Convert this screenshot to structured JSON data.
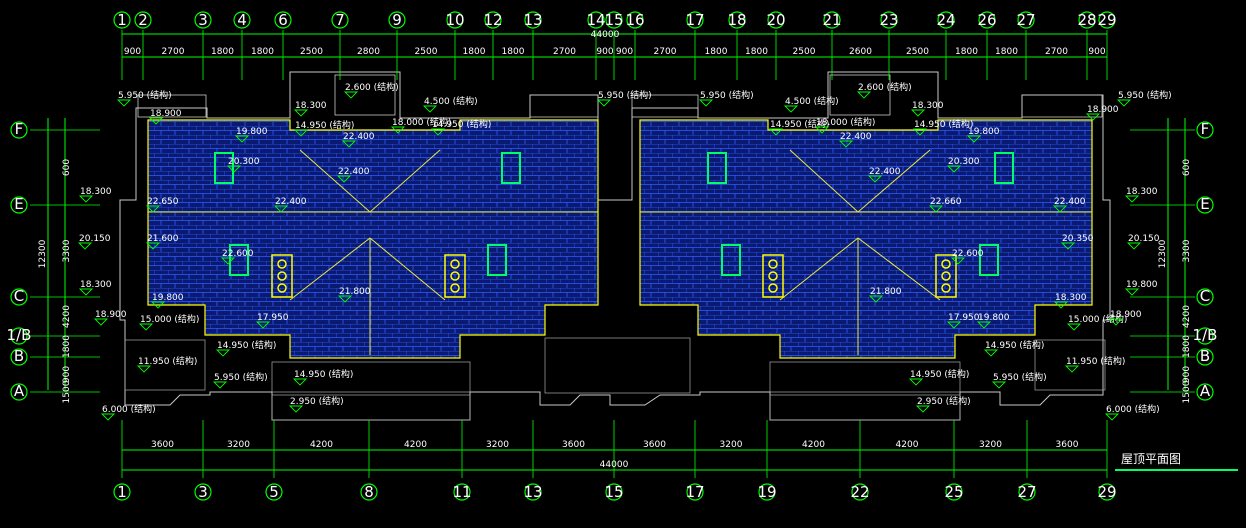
{
  "drawing": {
    "title": "屋顶平面图",
    "colors": {
      "background": "#000000",
      "axis_line": "#00ff00",
      "dimension_text": "#ffffff",
      "roof_tiles": "#1a3fd0",
      "walls": "#ffff00",
      "skylights": "#00ff66",
      "outline": "#c8c8c8"
    }
  },
  "top_axes": {
    "labels": [
      "1",
      "2",
      "3",
      "4",
      "6",
      "7",
      "9",
      "10",
      "12",
      "13",
      "14",
      "15",
      "16",
      "17",
      "18",
      "20",
      "21",
      "23",
      "24",
      "26",
      "27",
      "28",
      "29"
    ],
    "overall": "44000",
    "spans": [
      "900",
      "2700",
      "1800",
      "1800",
      "2500",
      "2800",
      "2500",
      "1800",
      "1800",
      "2700",
      "900",
      "900",
      "2700",
      "1800",
      "1800",
      "2500",
      "2600",
      "2500",
      "1800",
      "1800",
      "2700",
      "900"
    ]
  },
  "bottom_axes": {
    "labels": [
      "1",
      "3",
      "5",
      "8",
      "11",
      "13",
      "15",
      "17",
      "19",
      "22",
      "25",
      "27",
      "29"
    ],
    "overall": "44000",
    "spans": [
      "3600",
      "3200",
      "4200",
      "4200",
      "3200",
      "3600",
      "3600",
      "3200",
      "4200",
      "4200",
      "3200",
      "3600"
    ]
  },
  "side_axes": {
    "labels": [
      "F",
      "E",
      "C",
      "1/B",
      "B",
      "A"
    ],
    "spans": [
      "600",
      "3300",
      "4200",
      "1800",
      "900",
      "1500"
    ],
    "overall": "12300"
  },
  "elevations": [
    "5.950 (结构)",
    "18.900",
    "18.300",
    "19.800",
    "14.950 (结构)",
    "22.400",
    "4.500 (结构)",
    "18.000 (结构)",
    "14.950 (结构)",
    "2.600 (结构)",
    "5.950 (结构)",
    "20.300",
    "22.400",
    "18.300",
    "22.650",
    "22.400",
    "20.150",
    "21.600",
    "22.600",
    "18.300",
    "21.800",
    "18.900",
    "15.000 (结构)",
    "19.800",
    "17.950",
    "14.950 (结构)",
    "11.950 (结构)",
    "14.950 (结构)",
    "5.950 (结构)",
    "2.950 (结构)",
    "6.000 (结构)",
    "5.950 (结构)",
    "4.500 (结构)",
    "2.600 (结构)",
    "14.950 (结构)",
    "18.000 (结构)",
    "22.400",
    "14.950 (结构)",
    "18.300",
    "19.800",
    "18.900",
    "5.950 (结构)",
    "20.300",
    "22.400",
    "22.400",
    "22.660",
    "18.300",
    "20.350",
    "20.150",
    "22.600",
    "21.800",
    "19.800",
    "18.300",
    "17.950",
    "19.800",
    "15.000 (结构)",
    "18.900",
    "14.950 (结构)",
    "11.950 (结构)",
    "14.950 (结构)",
    "5.950 (结构)",
    "2.950 (结构)",
    "6.000 (结构)"
  ]
}
